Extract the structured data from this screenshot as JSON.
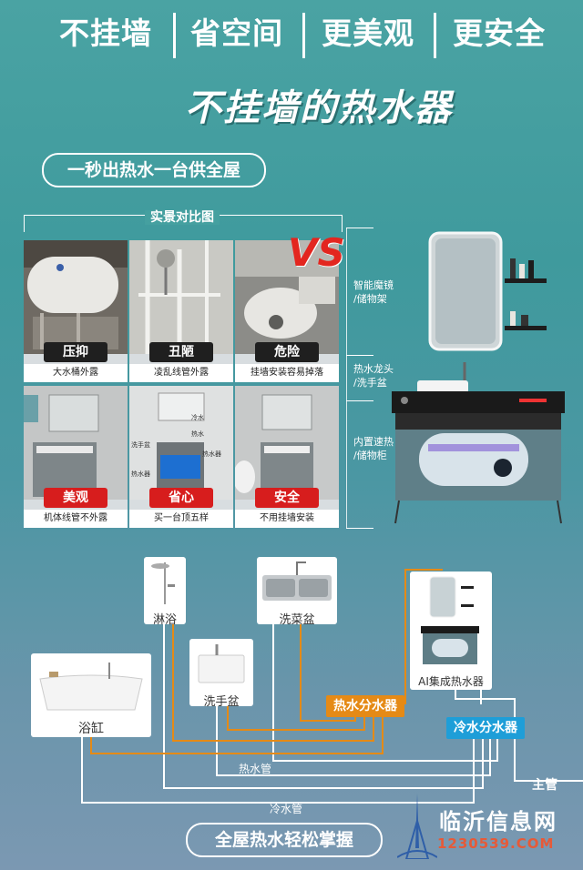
{
  "features": [
    "不挂墙",
    "省空间",
    "更美观",
    "更安全"
  ],
  "main_title": "不挂墙的热水器",
  "subtitle_pill": "一秒出热水一台供全屋",
  "comparison": {
    "label": "实景对比图",
    "vs": "VS",
    "cells": [
      {
        "tag": "压抑",
        "caption": "大水桶外露",
        "style": "dark"
      },
      {
        "tag": "丑陋",
        "caption": "凌乱线管外露",
        "style": "dark"
      },
      {
        "tag": "危险",
        "caption": "挂墙安装容易掉落",
        "style": "dark"
      },
      {
        "tag": "美观",
        "caption": "机体线管不外露",
        "style": "red"
      },
      {
        "tag": "省心",
        "caption": "买一台顶五样",
        "style": "red"
      },
      {
        "tag": "安全",
        "caption": "不用挂墙安装",
        "style": "red"
      }
    ],
    "inset_labels": [
      "冷水",
      "热水",
      "热水器",
      "洗手盆",
      "热水器"
    ]
  },
  "product_labels": {
    "mirror": [
      "智能魔镜",
      "/储物架"
    ],
    "faucet": [
      "热水龙头",
      "/洗手盆"
    ],
    "cabinet": [
      "内置速热",
      "/储物柜"
    ]
  },
  "diagram": {
    "shower": "淋浴",
    "sink_kitchen": "洗菜盆",
    "ai_heater": "AI集成热水器",
    "basin": "洗手盆",
    "bathtub": "浴缸",
    "hot_manifold": "热水分水器",
    "cold_manifold": "冷水分水器",
    "hot_pipe": "热水管",
    "cold_pipe": "冷水管",
    "main_pipe": "主管"
  },
  "footer_pill": "全屋热水轻松掌握",
  "watermark": {
    "name": "临沂信息网",
    "url": "1230539.COM"
  },
  "colors": {
    "hot": "#e58a16",
    "cold": "#1e9ed8",
    "tag_red": "#d71d1d",
    "tag_dark": "#1f1f1f",
    "vs": "#e3261f"
  }
}
